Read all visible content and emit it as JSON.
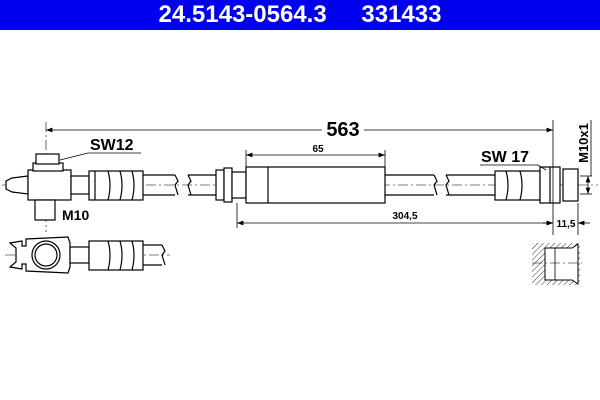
{
  "header": {
    "part_number": "24.5143-0564.3",
    "ref_number": "331433",
    "background": "#0000ee"
  },
  "drawing": {
    "overall_length": "563",
    "sleeve_length": "65",
    "length_to_sleeve": "304,5",
    "end_thread_length": "11,5",
    "left_wrench_size": "SW12",
    "right_wrench_size": "SW 17",
    "left_thread": "M10",
    "right_thread": "M10x1"
  }
}
